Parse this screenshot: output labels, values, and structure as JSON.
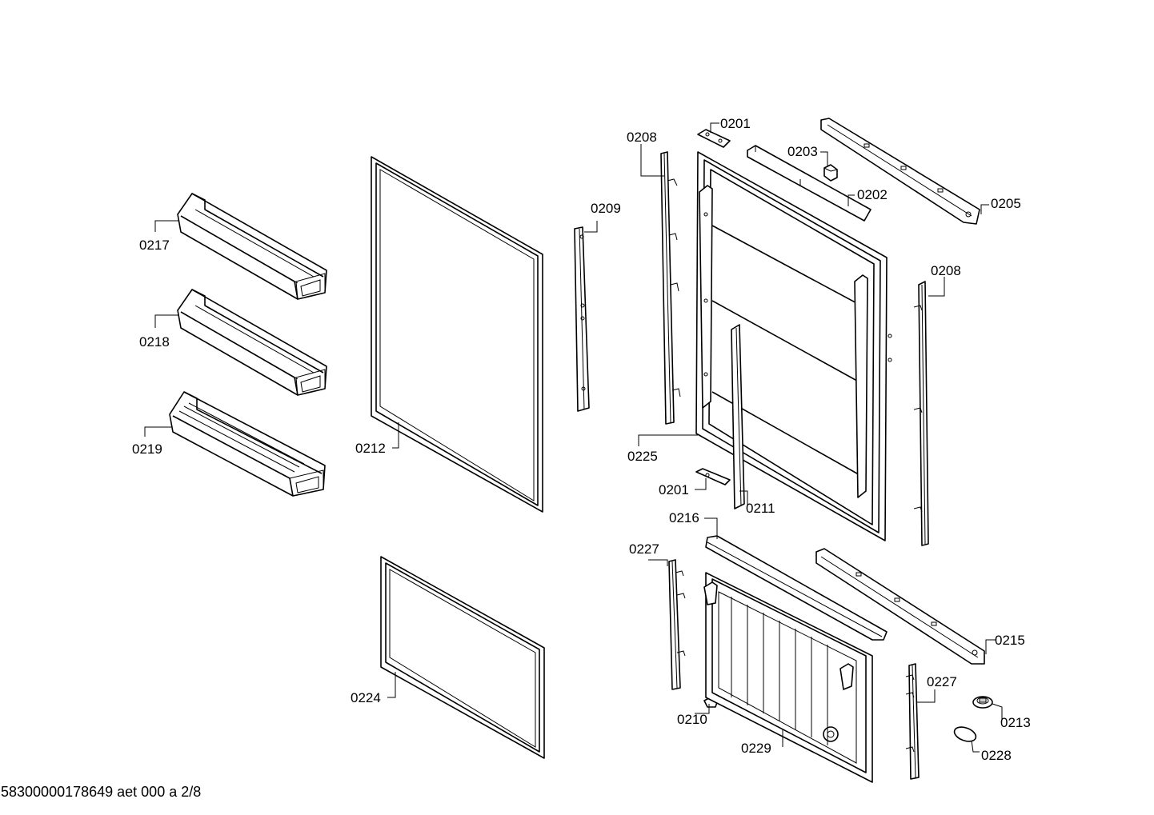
{
  "document_id": "58300000178649 aet 000 a 2/8",
  "labels": {
    "p0201a": "0201",
    "p0201b": "0201",
    "p0202": "0202",
    "p0203": "0203",
    "p0205": "0205",
    "p0208a": "0208",
    "p0208b": "0208",
    "p0209": "0209",
    "p0210": "0210",
    "p0211": "0211",
    "p0212": "0212",
    "p0213": "0213",
    "p0215": "0215",
    "p0216": "0216",
    "p0217": "0217",
    "p0218": "0218",
    "p0219": "0219",
    "p0224": "0224",
    "p0225": "0225",
    "p0227a": "0227",
    "p0227b": "0227",
    "p0228": "0228",
    "p0229": "0229"
  }
}
